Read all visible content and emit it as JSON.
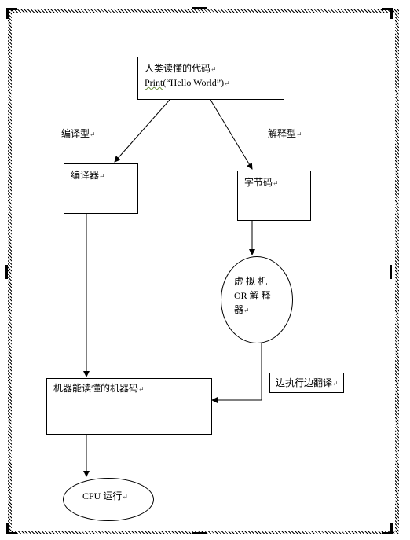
{
  "nodes": {
    "human_code": {
      "line1": "人类读懂的代码",
      "line2_func": "Print",
      "line2_arg": "(“Hello World”)"
    },
    "compiler": {
      "label": "编译器"
    },
    "bytecode": {
      "label": "字节码"
    },
    "vm": {
      "line1": "虚 拟 机",
      "line2": "OR 解 释",
      "line3": "器"
    },
    "machine_code": {
      "label": "机器能读懂的机器码"
    },
    "cpu": {
      "label": "CPU 运行"
    }
  },
  "edge_labels": {
    "compiled": "编译型",
    "interpreted": "解释型",
    "jit": "边执行边翻译"
  },
  "paragraph_mark": "↵"
}
